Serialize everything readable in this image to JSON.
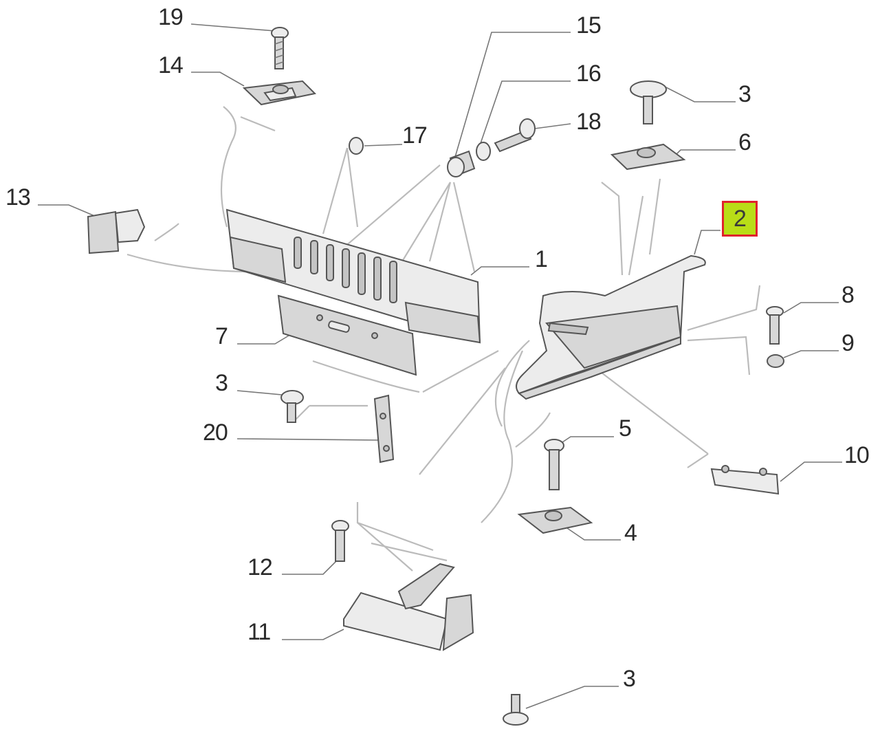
{
  "diagram": {
    "highlight_color": "#b9dd17",
    "highlight_border": "#e0222d",
    "callouts": {
      "c19": "19",
      "c14": "14",
      "c15": "15",
      "c16": "16",
      "c18": "18",
      "c3_top": "3",
      "c6": "6",
      "c17": "17",
      "c13": "13",
      "c2": "2",
      "c1": "1",
      "c8": "8",
      "c9": "9",
      "c7": "7",
      "c3_mid": "3",
      "c20": "20",
      "c5": "5",
      "c10": "10",
      "c4": "4",
      "c12": "12",
      "c11": "11",
      "c3_bottom": "3"
    }
  }
}
